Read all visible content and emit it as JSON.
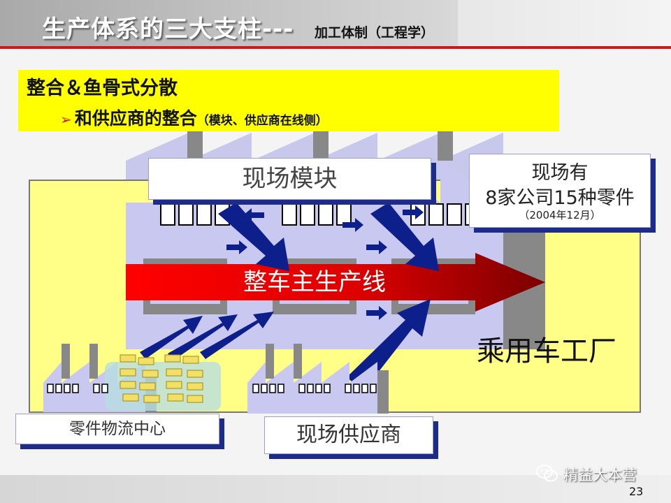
{
  "title": {
    "main": "生产体系的三大支柱---",
    "sub": "加工体制（工程学）"
  },
  "heading": {
    "line1": "整合＆鱼骨式分散",
    "line2_bullet": "➢",
    "line2_main": "和供应商的整合",
    "line2_note": "（模块、供应商在线侧）"
  },
  "labels": {
    "module": "现场模块",
    "suppliers_line1": "现场有",
    "suppliers_line2": "8家公司15种零件",
    "suppliers_line3": "（2004年12月）",
    "main_line": "整车主生产线",
    "factory": "乘用车工厂",
    "logistics_center": "零件物流中心",
    "onsite_suppliers": "现场供应商"
  },
  "footer": {
    "brand": "精益大本营",
    "page_number": "23"
  },
  "colors": {
    "yellow": "#ffff00",
    "factory_fill": "#ffff88",
    "building": "#c8c8f0",
    "shadow_navy": "#1d2c8a",
    "arrow_navy": "#0d1f8a",
    "main_line_red": "#e00000",
    "title_rule": "#cc1a1a"
  },
  "icons": {
    "bullet": "arrow-bullet-icon",
    "brand": "wechat-icon"
  }
}
